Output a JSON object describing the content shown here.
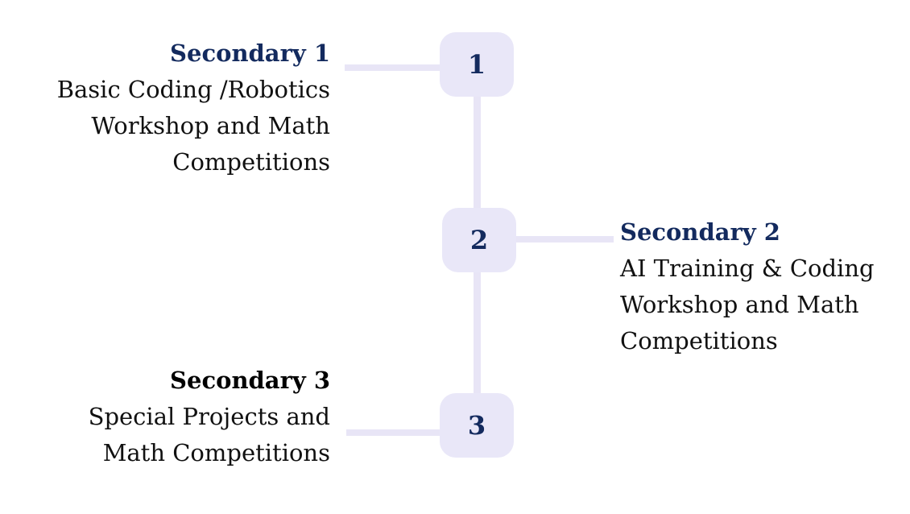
{
  "colors": {
    "navy": "#132a5e",
    "box": "#e9e7f8",
    "line": "#e8e5f6",
    "body-text": "#111111"
  },
  "steps": [
    {
      "number": "1",
      "title": "Secondary 1",
      "side": "left",
      "description": "Basic Coding /Robotics Workshop and Math Competitions",
      "lines": [
        "Basic Coding /Robotics",
        "Workshop and Math",
        "Competitions"
      ]
    },
    {
      "number": "2",
      "title": "Secondary 2",
      "side": "right",
      "description": "AI Training & Coding Workshop and Math Competitions",
      "lines": [
        "AI Training & Coding",
        "Workshop and Math",
        "Competitions"
      ]
    },
    {
      "number": "3",
      "title": "Secondary 3",
      "side": "left",
      "description": "Special Projects and Math Competitions",
      "lines": [
        "Special Projects and",
        "Math Competitions"
      ]
    }
  ]
}
